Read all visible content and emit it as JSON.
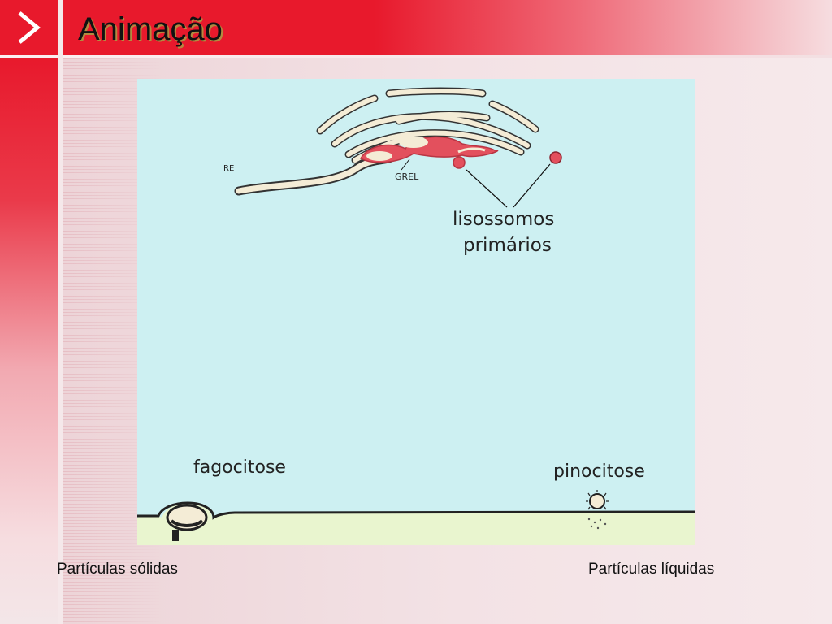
{
  "slide": {
    "title": "Animação",
    "nav_icon": "chevron-right-icon"
  },
  "illustration": {
    "labels": {
      "re": "RE",
      "grel": "GREL",
      "lisossomos": "lisossomos",
      "primarios": "primários",
      "fagocitose": "fagocitose",
      "pinocitose": "pinocitose"
    }
  },
  "captions": {
    "left": "Partículas sólidas",
    "right": "Partículas líquidas"
  },
  "colors": {
    "header_red": "#e8192c",
    "panel_blue": "#cdf0f2",
    "membrane_green": "#e9f5cf",
    "golgi_red": "#e3505d"
  }
}
